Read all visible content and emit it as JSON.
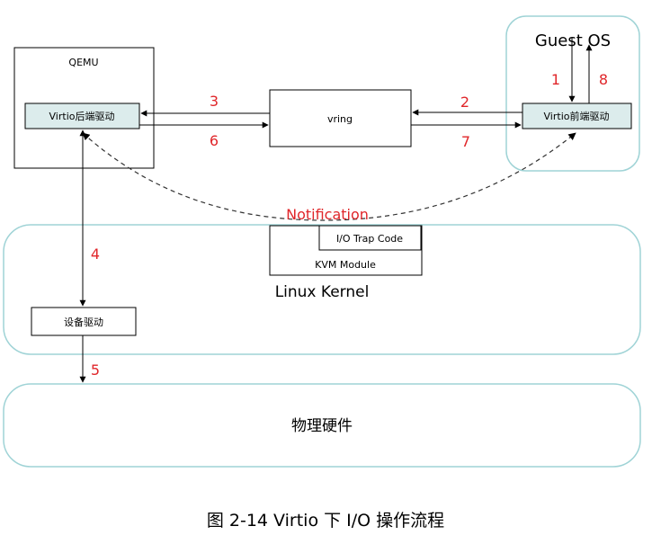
{
  "qemu": {
    "title": "QEMU",
    "backend": "Virtio后端驱动"
  },
  "vring": "vring",
  "guest_os": {
    "title": "Guest OS",
    "frontend": "Virtio前端驱动"
  },
  "notification": "Notification",
  "kvm": {
    "trap": "I/O Trap Code",
    "module": "KVM Module"
  },
  "kernel": {
    "title": "Linux Kernel",
    "device_driver": "设备驱动"
  },
  "hardware": "物理硬件",
  "steps": [
    "1",
    "2",
    "3",
    "4",
    "5",
    "6",
    "7",
    "8"
  ],
  "caption": "图  2-14 Virtio 下 I/O 操作流程",
  "colors": {
    "step": "#e0262a",
    "teal_border": "#9fd3d6",
    "teal_fill": "#dcecec"
  }
}
